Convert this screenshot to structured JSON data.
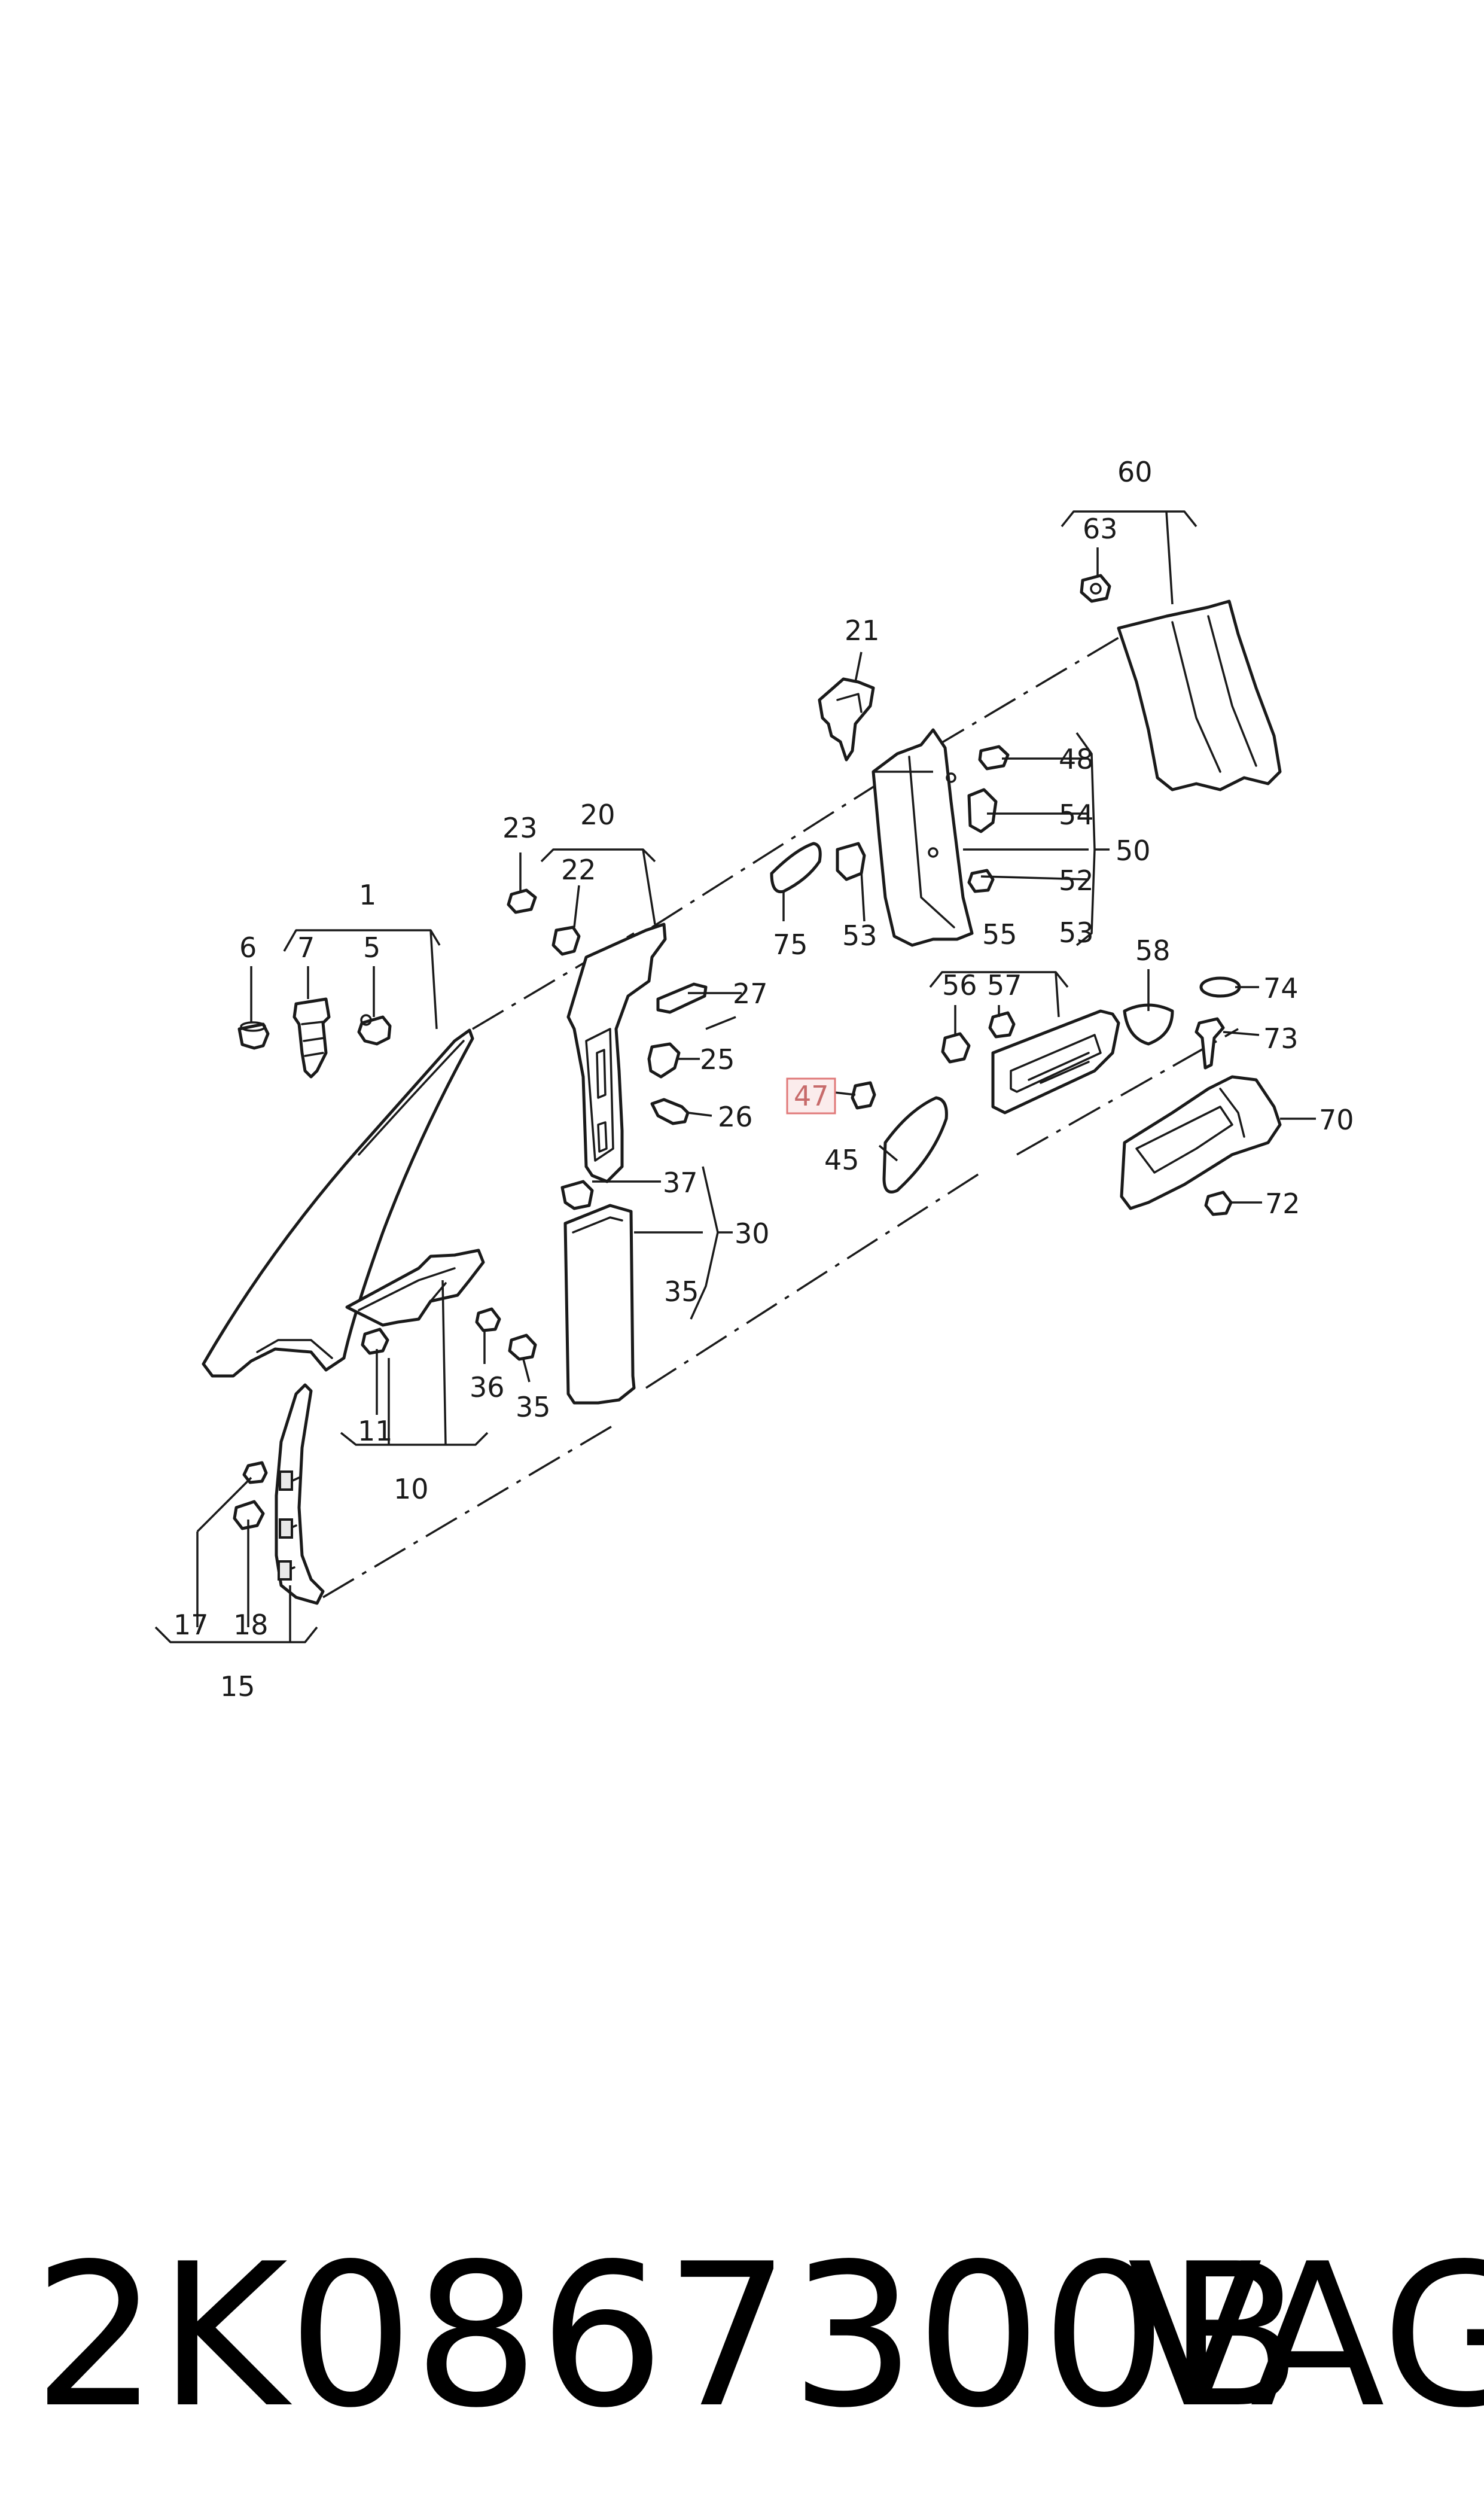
{
  "diagram": {
    "labels": {
      "c1": "1",
      "c5": "5",
      "c6": "6",
      "c7": "7",
      "c10": "10",
      "c11": "11",
      "c15": "15",
      "c17": "17",
      "c18": "18",
      "c20": "20",
      "c21": "21",
      "c22": "22",
      "c23": "23",
      "c25": "25",
      "c26": "26",
      "c27": "27",
      "c30": "30",
      "c35a": "35",
      "c35b": "35",
      "c36": "36",
      "c37": "37",
      "c45": "45",
      "c47": "47",
      "c48": "48",
      "c50": "50",
      "c52": "52",
      "c53a": "53",
      "c53b": "53",
      "c54": "54",
      "c55": "55",
      "c56": "56",
      "c57": "57",
      "c58": "58",
      "c60": "60",
      "c63": "63",
      "c70": "70",
      "c72": "72",
      "c73": "73",
      "c74": "74",
      "c75": "75"
    },
    "highlight_color": "#e07a7a"
  },
  "footer": {
    "part_number": "2K0867300B",
    "brand": "VAG"
  }
}
